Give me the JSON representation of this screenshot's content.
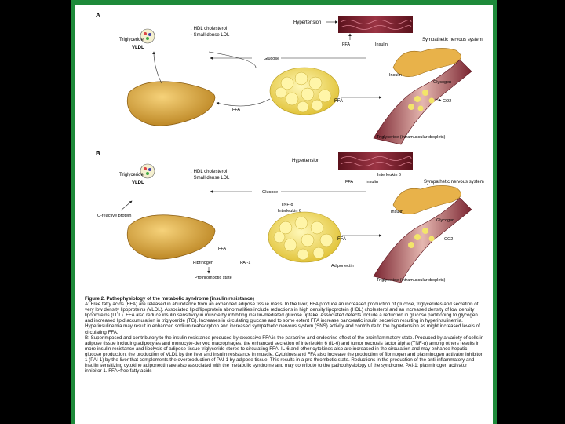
{
  "panel_a": {
    "letter": "A",
    "lipoprotein": "Triglyceride",
    "vldl": "VLDL",
    "hdl": "↓ HDL cholesterol",
    "ldl": "↑ Small dense LDL",
    "hypertension": "Hypertension",
    "ffa_top": "FFA",
    "insulin_top": "Insulin",
    "sns": "Sympathetic nervous system",
    "glucose": "Glucose",
    "insulin_mid": "Insulin",
    "glycogen": "Glycogen",
    "co2": "CO2",
    "ffa_mid": "FFA",
    "ffa_low": "FFA",
    "triglyceride": "Triglyceride (intramuscular droplets)"
  },
  "panel_b": {
    "letter": "B",
    "lipoprotein": "Triglyceride",
    "vldl": "VLDL",
    "hdl": "↓ HDL cholesterol",
    "ldl": "↑ Small dense LDL",
    "hypertension": "Hypertension",
    "il6_top": "Interleukin 6",
    "ffa_top": "FFA",
    "insulin_top": "Insulin",
    "sns": "Sympathetic nervous system",
    "crp": "C-reactive protein",
    "glucose": "Glucose",
    "tnf": "TNF-α",
    "il6_mid": "Interleukin 6",
    "insulin_mid": "Insulin",
    "glycogen": "Glycogen",
    "co2": "CO2",
    "ffa_mid": "FFA",
    "ffa_low": "FFA",
    "fibrinogen": "Fibrinogen",
    "pai1": "PAI-1",
    "adiponectin": "Adiponectin",
    "prothrombotic": "Prothrombotic state",
    "triglyceride": "Triglyceride (intramuscular droplets)"
  },
  "caption": {
    "title": "Figure 2. Pathophysiology of the metabolic syndrome (insulin resistance)",
    "para_a": "A: Free fatty acids (FFA) are released in abundance from an expanded adipose tissue mass. In the liver, FFA produce an increased production of glucose, triglycerides and secretion of very low density lipoproteins (VLDL). Associated lipid/lipoprotein abnormalities include reductions in high density lipoprotein (HDL) cholesterol and an increased density of low density lipoproteins (LDL). FFA also reduce insulin sensitivity in muscle by inhibiting insulin-mediated glucose uptake. Associated defects include a reduction in glucose partitioning to glycogen and increased lipid accumulation in triglyceride (TG). Increases in circulating glucose and to some extent FFA increase pancreatic insulin secretion resulting in hyperinsulinemia. Hyperinsulinemia may result in enhanced sodium reabsorption and increased sympathetic nervous system (SNS) activity and contribute to the hypertension as might increased levels of circulating FFA.",
    "para_b": "B: Superimposed and contributory to the insulin resistance produced by excessive FFA is the paracrine and endocrine effect of the proinflammatory state. Produced by a variety of cells in adipose tissue including adipocytes and monocyte-derived macrophages, the enhanced secretion of interleukin 6 (IL-6) and tumor necrosis factor alpha (TNF-α) among others results in more insulin resistance and lipolysis of adipose tissue triglyceride stores to circulating FFA. IL-6 and other cytokines also are increased in the circulation and may enhance hepatic glucose production, the production of VLDL by the liver and insulin resistance in muscle. Cytokines and FFA also increase the production of fibrinogen and plasminogen activator inhibitor 1 (PAI-1) by the liver that complements the overproduction of PAI-1 by adipose tissue. This results in a pro-thrombotic state. Reductions in the production of the anti-inflammatory and insulin sensitizing cytokine adiponectin are also associated with the metabolic syndrome and may contribute to the pathophysiology of the syndrome. PAI-1: plasminogen activator inhibitor 1. FFA=free fatty acids"
  },
  "colors": {
    "frame": "#1e8a3a",
    "liver": "#d9a733",
    "adipose": "#f3e56a",
    "vessel": "#7a1f2b",
    "muscle": "#c98a86",
    "pancreas": "#e8b24a"
  }
}
